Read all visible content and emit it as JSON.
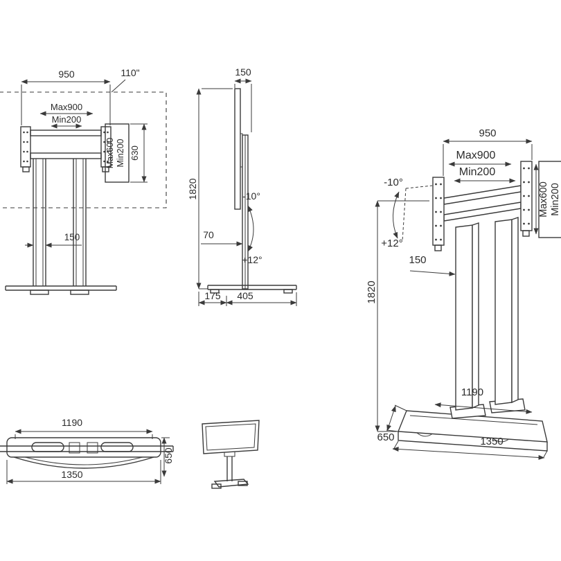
{
  "front_view": {
    "width_950": "950",
    "tv_diagonal": "110\"",
    "vesa_max_width": "Max900",
    "vesa_min_width": "Min200",
    "vesa_max_height": "Max600",
    "vesa_min_height": "Min200",
    "bracket_height_630": "630",
    "column_width_150": "150"
  },
  "side_view": {
    "top_depth_150": "150",
    "height_1820": "1820",
    "offset_70": "70",
    "tilt_up": "-10°",
    "tilt_down": "+12°",
    "base_rear_175": "175",
    "base_front_405": "405"
  },
  "perspective_view": {
    "width_950": "950",
    "vesa_max_width": "Max900",
    "vesa_min_width": "Min200",
    "tilt_up": "-10°",
    "tilt_down": "+12°",
    "column_width_150": "150",
    "height_1820": "1820",
    "vesa_max_height": "Max600",
    "vesa_min_height": "Min200",
    "feet_span_1190": "1190",
    "base_depth_650": "650",
    "base_width_1350": "1350"
  },
  "bottom_view": {
    "inner_width_1190": "1190",
    "depth_650": "650",
    "outer_width_1350": "1350"
  },
  "colors": {
    "line": "#3a3a3a",
    "text": "#2b2b2b",
    "background": "#ffffff"
  }
}
